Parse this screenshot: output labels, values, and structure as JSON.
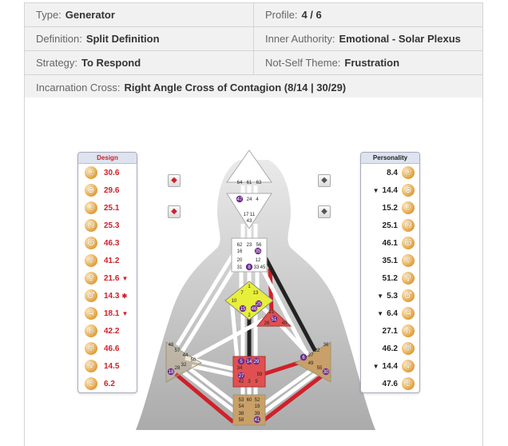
{
  "info": {
    "type": {
      "label": "Type:",
      "value": "Generator"
    },
    "profile": {
      "label": "Profile:",
      "value": "4 / 6"
    },
    "definition": {
      "label": "Definition:",
      "value": "Split Definition"
    },
    "authority": {
      "label": "Inner Authority:",
      "value": "Emotional - Solar Plexus"
    },
    "strategy": {
      "label": "Strategy:",
      "value": "To Respond"
    },
    "not_self": {
      "label": "Not-Self Theme:",
      "value": "Frustration"
    },
    "cross": {
      "label": "Incarnation Cross:",
      "value": "Right Angle Cross of Contagion (8/14 | 30/29)"
    }
  },
  "design": {
    "title": "Design",
    "rows": [
      {
        "glyph": "☉",
        "value": "30.6",
        "mark": ""
      },
      {
        "glyph": "⊕",
        "value": "29.6",
        "mark": ""
      },
      {
        "glyph": "☽",
        "value": "25.1",
        "mark": ""
      },
      {
        "glyph": "☊",
        "value": "25.3",
        "mark": ""
      },
      {
        "glyph": "☋",
        "value": "46.3",
        "mark": ""
      },
      {
        "glyph": "☿",
        "value": "41.2",
        "mark": ""
      },
      {
        "glyph": "♀",
        "value": "21.6",
        "mark": "▼"
      },
      {
        "glyph": "♂",
        "value": "14.3",
        "mark": "✱"
      },
      {
        "glyph": "♃",
        "value": "18.1",
        "mark": "▼"
      },
      {
        "glyph": "♄",
        "value": "42.2",
        "mark": ""
      },
      {
        "glyph": "♅",
        "value": "46.6",
        "mark": ""
      },
      {
        "glyph": "♆",
        "value": "14.5",
        "mark": ""
      },
      {
        "glyph": "♇",
        "value": "6.2",
        "mark": ""
      }
    ]
  },
  "personality": {
    "title": "Personality",
    "rows": [
      {
        "glyph": "☉",
        "value": "8.4",
        "mark": ""
      },
      {
        "glyph": "⊕",
        "value": "14.4",
        "mark": "▼"
      },
      {
        "glyph": "☽",
        "value": "15.2",
        "mark": ""
      },
      {
        "glyph": "☊",
        "value": "25.1",
        "mark": ""
      },
      {
        "glyph": "☋",
        "value": "46.1",
        "mark": ""
      },
      {
        "glyph": "☿",
        "value": "35.1",
        "mark": ""
      },
      {
        "glyph": "♀",
        "value": "51.2",
        "mark": ""
      },
      {
        "glyph": "♂",
        "value": "5.3",
        "mark": "▼"
      },
      {
        "glyph": "♃",
        "value": "6.4",
        "mark": "▼"
      },
      {
        "glyph": "♄",
        "value": "27.1",
        "mark": ""
      },
      {
        "glyph": "♅",
        "value": "46.2",
        "mark": ""
      },
      {
        "glyph": "♆",
        "value": "14.4",
        "mark": "▼"
      },
      {
        "glyph": "♇",
        "value": "47.6",
        "mark": ""
      }
    ]
  },
  "nav": {
    "design_prev": "◆",
    "design_next": "◆",
    "personality_prev": "◆",
    "personality_next": "◆"
  },
  "colors": {
    "design_red": "#d0202a",
    "personality_black": "#222222",
    "head_center": "#ffffff",
    "ajna_center": "#ffffff",
    "throat_center": "#ffffff",
    "g_center": "#e8ef3a",
    "ego_center": "#e05050",
    "sacral_center": "#e05050",
    "spleen_center": "#c9a068",
    "solar_plexus_center": "#c9a068",
    "root_center": "#c9a068",
    "activated_gate": "#6a2a8c"
  },
  "gates": {
    "head": [
      "64",
      "61",
      "63"
    ],
    "ajna": [
      "47",
      "24",
      "4",
      "17",
      "11",
      "43"
    ],
    "throat": [
      "62",
      "23",
      "56",
      "16",
      "35",
      "20",
      "12",
      "31",
      "8",
      "33",
      "45"
    ],
    "g": [
      "1",
      "7",
      "13",
      "10",
      "15",
      "46",
      "25",
      "2"
    ],
    "ego": [
      "21",
      "51",
      "26",
      "40"
    ],
    "spleen": [
      "48",
      "57",
      "44",
      "50",
      "32",
      "28",
      "18"
    ],
    "sacral": [
      "5",
      "14",
      "29",
      "34",
      "27",
      "42",
      "3",
      "9",
      "59"
    ],
    "solar_plexus": [
      "36",
      "22",
      "37",
      "6",
      "49",
      "55",
      "30"
    ],
    "root": [
      "53",
      "60",
      "52",
      "54",
      "19",
      "38",
      "39",
      "58",
      "41"
    ]
  }
}
